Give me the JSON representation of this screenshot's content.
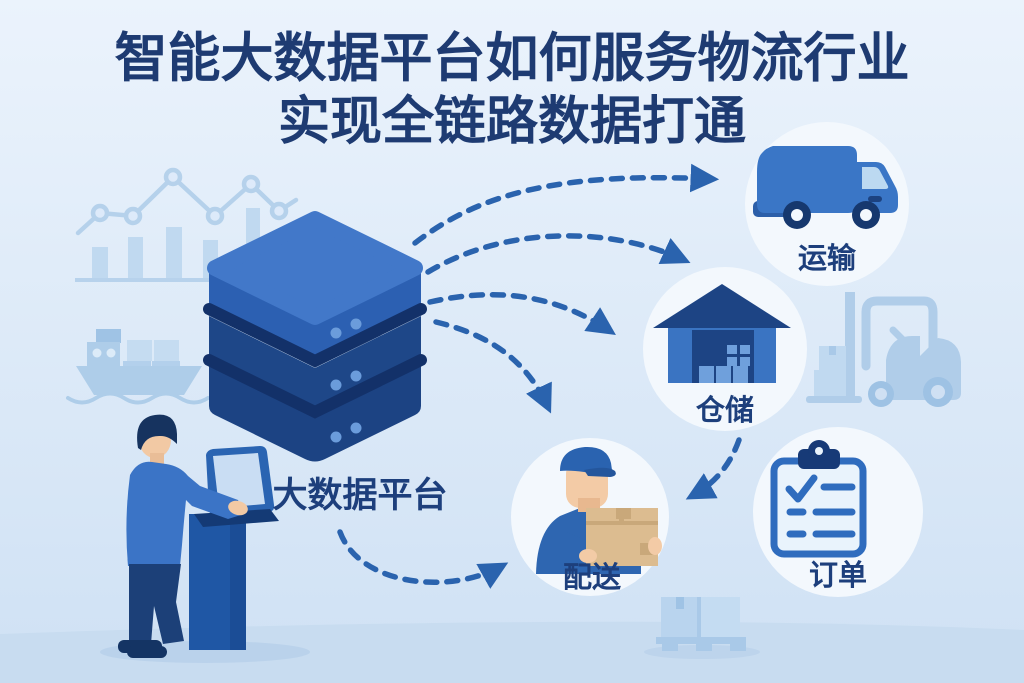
{
  "title": {
    "line1": "智能大数据平台如何服务物流行业",
    "line2": "实现全链路数据打通"
  },
  "platform": {
    "label": "大数据平台"
  },
  "nodes": [
    {
      "id": "transport",
      "label": "运输",
      "icon": "truck-icon"
    },
    {
      "id": "warehousing",
      "label": "仓储",
      "icon": "warehouse-icon"
    },
    {
      "id": "delivery",
      "label": "配送",
      "icon": "courier-with-parcel-icon"
    },
    {
      "id": "orders",
      "label": "订单",
      "icon": "order-checklist-icon"
    }
  ],
  "connections": [
    {
      "from": "platform",
      "to": "transport",
      "style": "dashed-arrow"
    },
    {
      "from": "platform",
      "to": "warehousing",
      "style": "dashed-arrow"
    },
    {
      "from": "platform",
      "to": "warehousing",
      "style": "dashed-arrow"
    },
    {
      "from": "platform",
      "to": "delivery",
      "style": "dashed-arrow"
    },
    {
      "from": "warehousing",
      "to": "delivery",
      "style": "dashed-arrow"
    },
    {
      "from": "analyst",
      "to": "delivery",
      "style": "dashed-arrow"
    }
  ],
  "decorations": [
    "line-chart",
    "bar-chart",
    "cargo-ship",
    "forklift-with-boxes",
    "pallet-with-boxes",
    "analyst-at-laptop",
    "database-stack"
  ],
  "colors": {
    "title_text": "#1e3b72",
    "arrow_blue": "#2a63ae",
    "primary_blue": "#3a74c4",
    "deep_navy": "#1d4586",
    "icon_navy": "#16386e",
    "node_circle": "#f3f8fd",
    "faded_blue": "#b7d2ec",
    "background_top": "#eaf3fc",
    "background_bottom": "#cfe1f4",
    "ground": "#c8dcf0",
    "skin": "#f2c9a4",
    "parcel_tan": "#dcbc90"
  }
}
